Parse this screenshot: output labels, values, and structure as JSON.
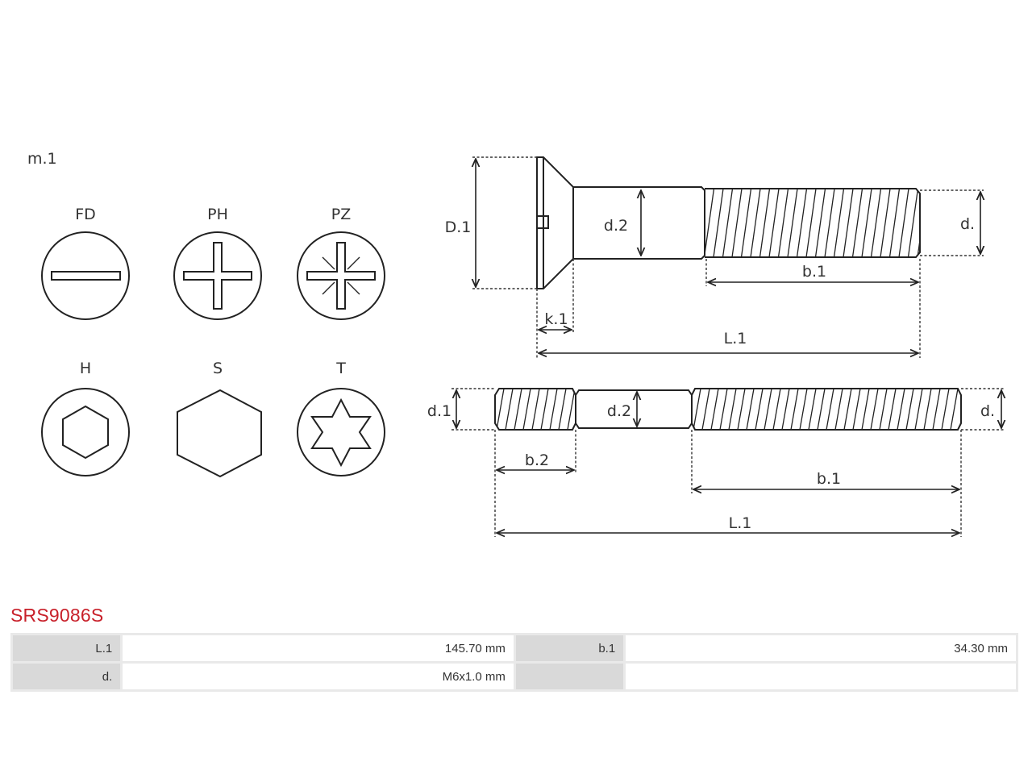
{
  "drive_types": {
    "material_label": "m.1",
    "items": [
      {
        "code": "FD",
        "icon": "slotted-drive-icon"
      },
      {
        "code": "PH",
        "icon": "phillips-drive-icon"
      },
      {
        "code": "PZ",
        "icon": "pozidriv-drive-icon"
      },
      {
        "code": "H",
        "icon": "hex-socket-drive-icon"
      },
      {
        "code": "S",
        "icon": "hex-head-icon"
      },
      {
        "code": "T",
        "icon": "torx-drive-icon"
      }
    ]
  },
  "screw_drawing": {
    "head_diameter": "D.1",
    "shank_diameter": "d.2",
    "thread_diameter": "d.",
    "thread_length": "b.1",
    "head_height": "k.1",
    "total_length": "L.1"
  },
  "stud_drawing": {
    "end_diameter": "d.1",
    "middle_diameter": "d.2",
    "thread_diameter": "d.",
    "short_thread_length": "b.2",
    "long_thread_length": "b.1",
    "total_length": "L.1"
  },
  "product": {
    "part_number": "SRS9086S",
    "specs": [
      {
        "key": "L.1",
        "value": "145.70 mm"
      },
      {
        "key": "b.1",
        "value": "34.30 mm"
      },
      {
        "key": "d.",
        "value": "M6x1.0 mm"
      },
      {
        "key": "",
        "value": ""
      }
    ]
  }
}
